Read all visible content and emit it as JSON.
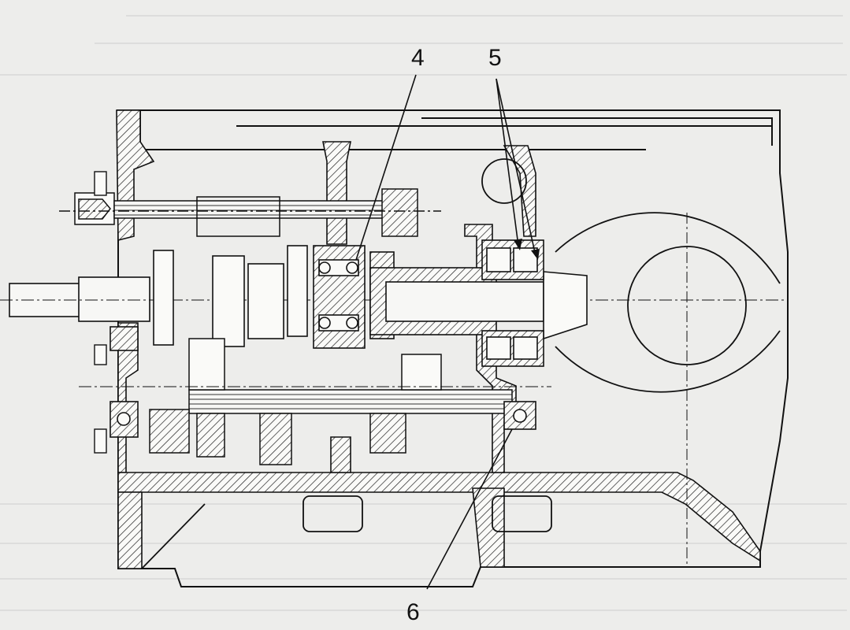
{
  "diagram": {
    "callouts": [
      {
        "id": "callout-4",
        "text": "4"
      },
      {
        "id": "callout-5",
        "text": "5"
      },
      {
        "id": "callout-6",
        "text": "6"
      }
    ]
  }
}
